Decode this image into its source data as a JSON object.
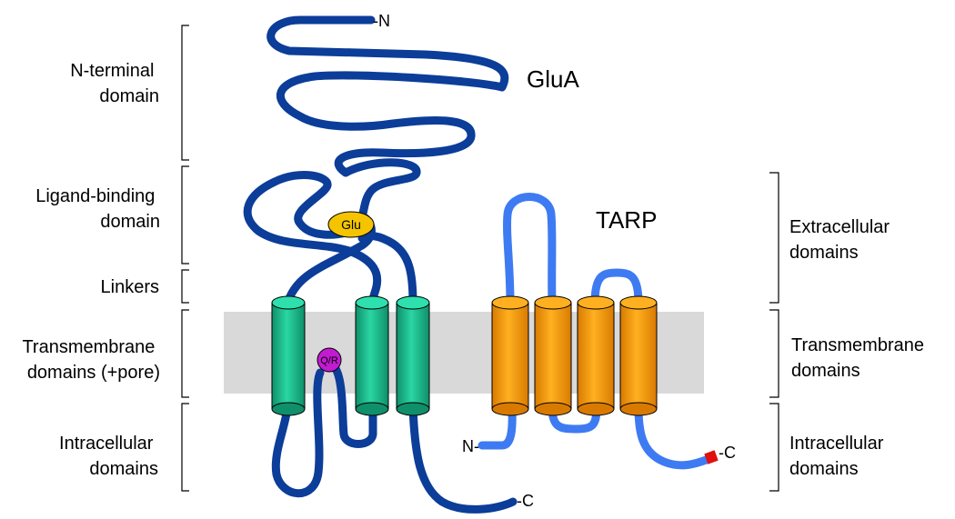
{
  "left_labels": {
    "n_terminal": [
      "N-terminal",
      "domain"
    ],
    "ligand_binding": [
      "Ligand-binding",
      "domain"
    ],
    "linkers": [
      "Linkers"
    ],
    "transmembrane": [
      "Transmembrane",
      "domains (+pore)"
    ],
    "intracellular": [
      "Intracellular",
      "domains"
    ]
  },
  "right_labels": {
    "extracellular": [
      "Extracellular",
      "domains"
    ],
    "transmembrane": [
      "Transmembrane",
      "domains"
    ],
    "intracellular": [
      "Intracellular",
      "domains"
    ]
  },
  "glua": {
    "name": "GluA",
    "n_term": "-N",
    "c_term": "-C",
    "ligand": "Glu",
    "site": "Q/R",
    "chain_color": "#0b3d99",
    "helix_color": "#1fbf93",
    "ligand_color": "#f5c400",
    "site_color": "#c21bd1"
  },
  "tarp": {
    "name": "TARP",
    "n_term": "N-",
    "c_term": "-C",
    "chain_color": "#3e7bf2",
    "helix_color": "#f59a0a",
    "tag_color": "#e01010"
  },
  "membrane_color": "#d9d9d9"
}
